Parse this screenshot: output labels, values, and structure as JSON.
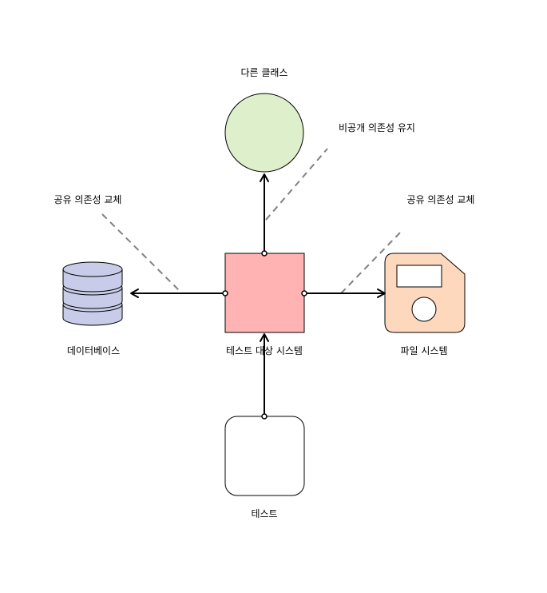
{
  "nodes": {
    "system_under_test": {
      "label": "테스트 대상 시스템",
      "fill": "#ffb3b3"
    },
    "other_class": {
      "label": "다른 클래스",
      "fill": "#deefcb"
    },
    "database": {
      "label": "데이터베이스",
      "fill": "#c9cce8"
    },
    "file_system": {
      "label": "파일 시스템",
      "fill": "#fdd8bd"
    },
    "test": {
      "label": "테스트",
      "fill": "#ffffff"
    }
  },
  "annotations": {
    "private_dependency": "비공개 의존성 유지",
    "shared_dependency_left": "공유 의존성 교체",
    "shared_dependency_right": "공유 의존성 교체"
  },
  "colors": {
    "line": "#000000",
    "dashed": "#808080"
  }
}
